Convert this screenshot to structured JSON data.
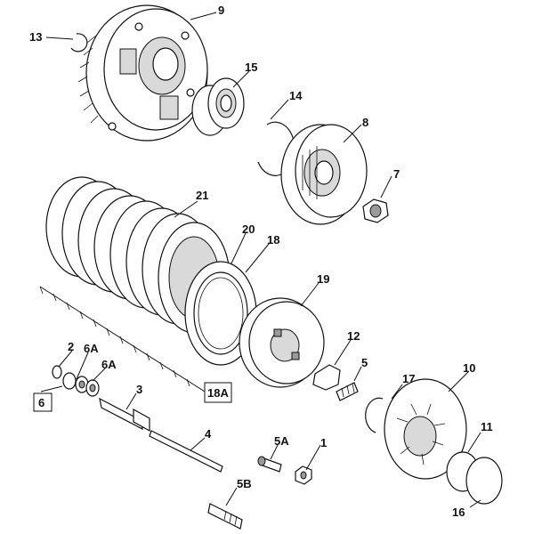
{
  "labels": {
    "p9": "9",
    "p13": "13",
    "p15": "15",
    "p14": "14",
    "p8": "8",
    "p7": "7",
    "p21": "21",
    "p20": "20",
    "p18": "18",
    "p19": "19",
    "p12": "12",
    "p5": "5",
    "p17": "17",
    "p10": "10",
    "p2": "2",
    "p6A_1": "6A",
    "p6A_2": "6A",
    "p6": "6",
    "p3": "3",
    "p18A": "18A",
    "p4": "4",
    "p5A": "5A",
    "p1": "1",
    "p11": "11",
    "p5B": "5B",
    "p16": "16"
  },
  "colors": {
    "ink": "#111111",
    "shade": "#d9d9d9",
    "dark": "#9a9a9a"
  }
}
